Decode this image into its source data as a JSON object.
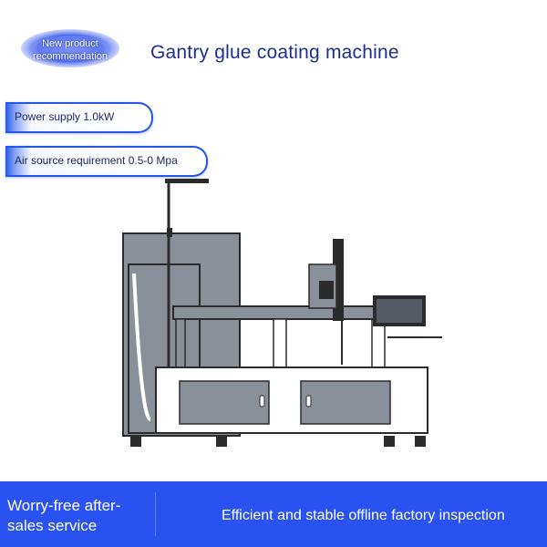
{
  "badge": {
    "line1": "New product",
    "line2": "recommendation"
  },
  "title": "Gantry glue coating machine",
  "specs": [
    {
      "label": "Power supply 1.0kW"
    },
    {
      "label": "Air source requirement 0.5-0 Mpa"
    }
  ],
  "footer": {
    "left_line1": "Worry-free after-",
    "left_line2": "sales service",
    "right": "Efficient and stable offline factory inspection"
  },
  "colors": {
    "accent": "#2a52f0",
    "title": "#1b2f8f",
    "machine_gray": "#8a9099",
    "outline": "#2b2b2b"
  },
  "icons": [
    "badge-glow-icon",
    "gantry-machine-illustration"
  ]
}
